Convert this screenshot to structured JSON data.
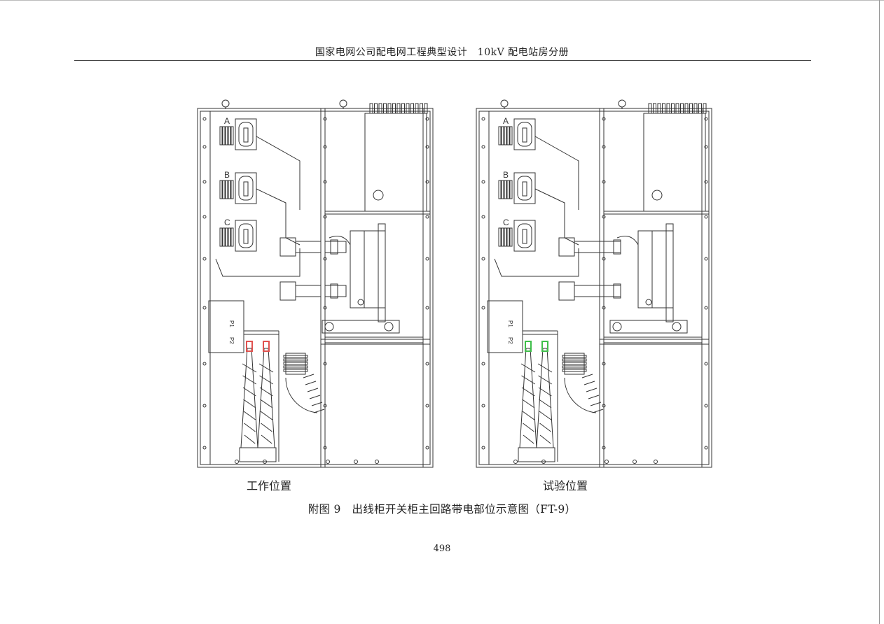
{
  "header": {
    "title": "国家电网公司配电网工程典型设计　10kV 配电站房分册"
  },
  "figures": [
    {
      "caption": "工作位置",
      "highlight_color": "#e0524f"
    },
    {
      "caption": "试验位置",
      "highlight_color": "#3fbf4a"
    }
  ],
  "phase_labels": [
    "A",
    "B",
    "C"
  ],
  "ct_labels": [
    "P1",
    "P2"
  ],
  "figure_title": "附图 9　出线柜开关柜主回路带电部位示意图（FT-9）",
  "page_number": "498"
}
